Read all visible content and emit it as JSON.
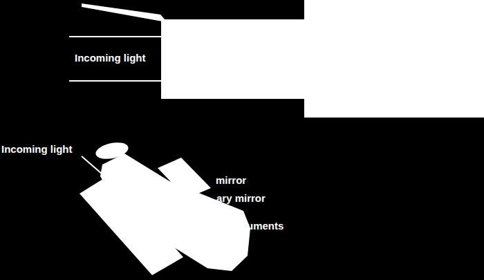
{
  "diagram": {
    "labels": [
      "Incoming light",
      "Incoming light",
      "mirror",
      "ary mirror",
      "uments"
    ]
  }
}
